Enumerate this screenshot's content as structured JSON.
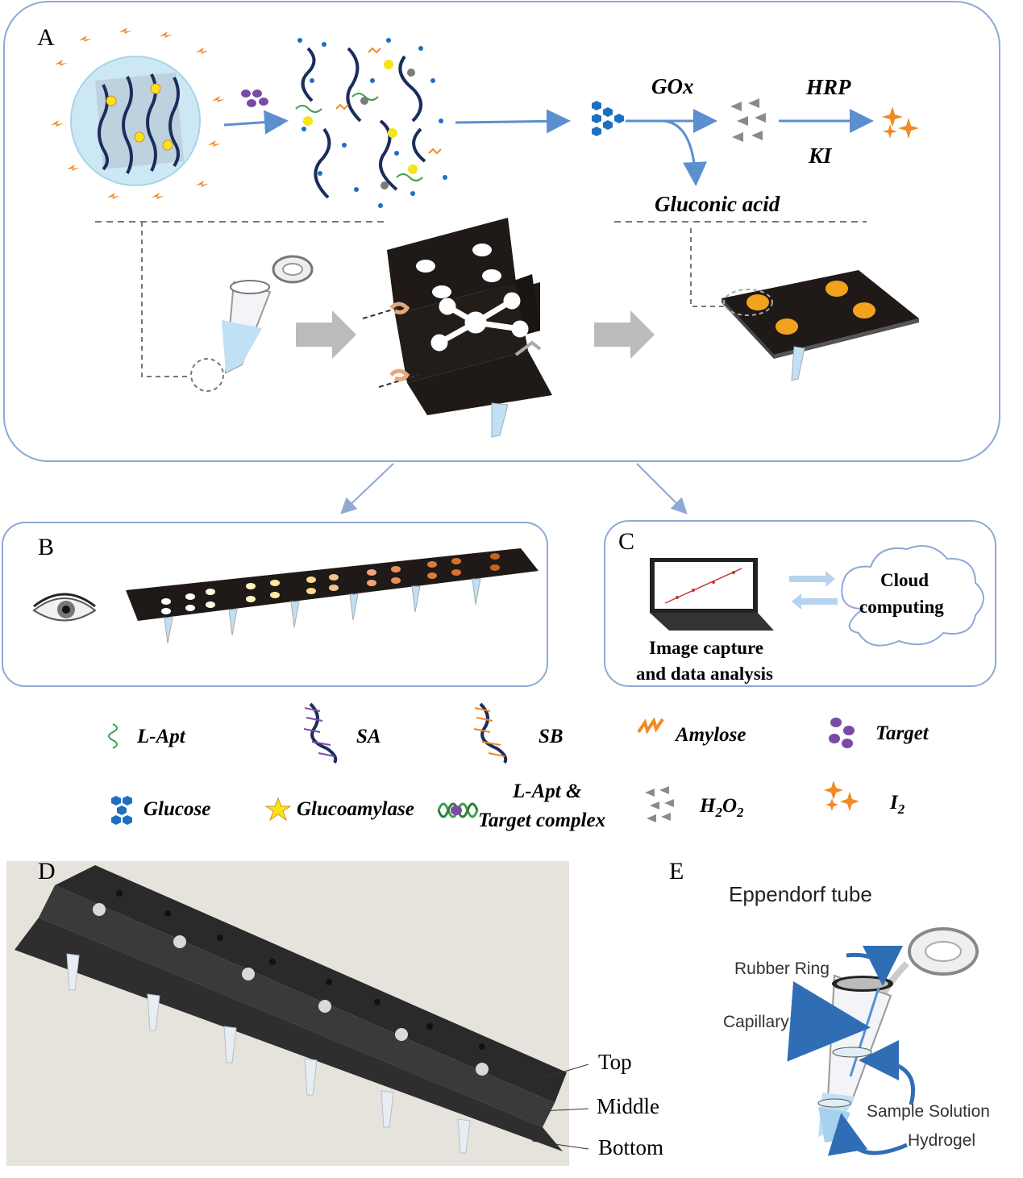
{
  "panels": {
    "a": "A",
    "b": "B",
    "c": "C",
    "d": "D",
    "e": "E"
  },
  "panel_a": {
    "gox": "GOx",
    "hrp": "HRP",
    "ki": "KI",
    "gluconic": "Gluconic acid"
  },
  "panel_c": {
    "cloud_line1": "Cloud",
    "cloud_line2": "computing",
    "capture_line1": "Image capture",
    "capture_line2": "and data analysis"
  },
  "legend": {
    "l_apt": "L-Apt",
    "sa": "SA",
    "sb": "SB",
    "amylose": "Amylose",
    "target": "Target",
    "glucose": "Glucose",
    "glucoamylase": "Glucoamylase",
    "complex_line1": "L-Apt &",
    "complex_line2": "Target complex",
    "h2o2": "H",
    "h2o2_sub1": "2",
    "h2o2_o": "O",
    "h2o2_sub2": "2",
    "i2": "I",
    "i2_sub": "2"
  },
  "panel_d": {
    "top": "Top",
    "middle": "Middle",
    "bottom": "Bottom"
  },
  "panel_e": {
    "title": "Eppendorf tube",
    "rubber_ring": "Rubber Ring",
    "capillary": "Capillary",
    "sample_solution": "Sample Solution",
    "hydrogel": "Hydrogel"
  },
  "colors": {
    "frame": "#8ea9d4",
    "arrow_blue": "#5b8fd0",
    "glucose_blue": "#1f6fc1",
    "orange": "#f08a24",
    "dark_paper": "#1f1a17",
    "spot_orange": "#f3a21d"
  }
}
